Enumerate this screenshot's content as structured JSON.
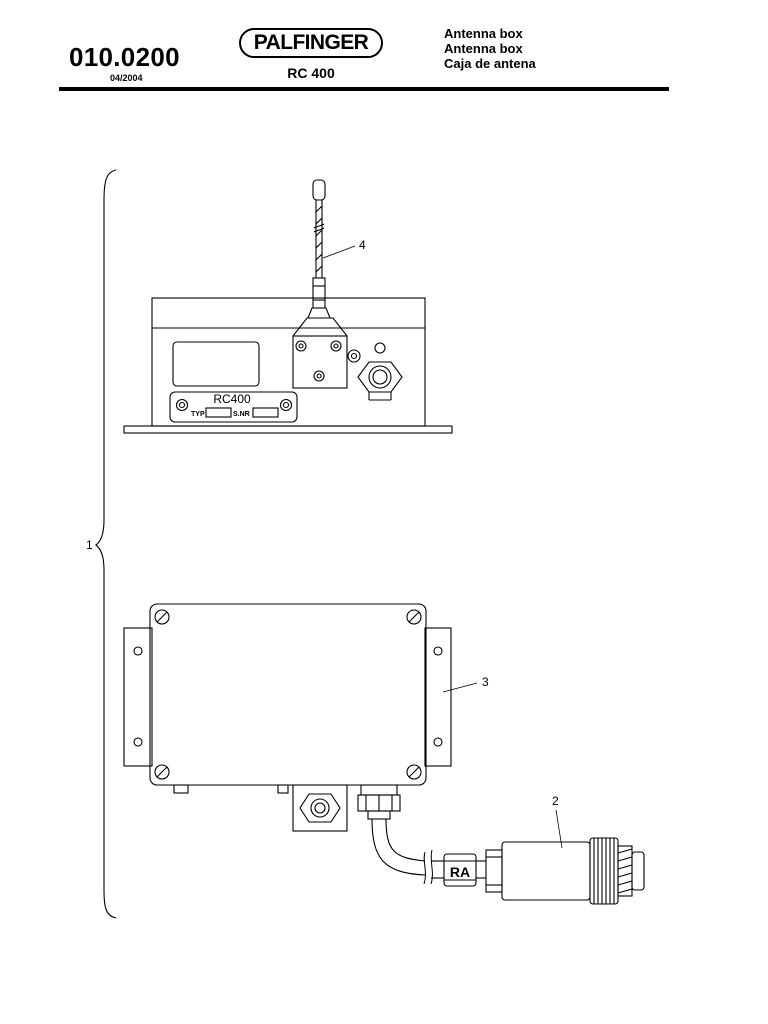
{
  "header": {
    "doc_number": "010.0200",
    "date": "04/2004",
    "brand": "PALFINGER",
    "model": "RC 400",
    "titles": [
      "Antenna box",
      "Antenna box",
      "Caja de antena"
    ]
  },
  "drawing": {
    "device_label": "RC400",
    "plate_typ_label": "TYP",
    "plate_snr_label": "S.NR",
    "cable_marking": "RA",
    "callouts": {
      "assembly": "1",
      "connector": "2",
      "housing": "3",
      "antenna": "4"
    }
  }
}
